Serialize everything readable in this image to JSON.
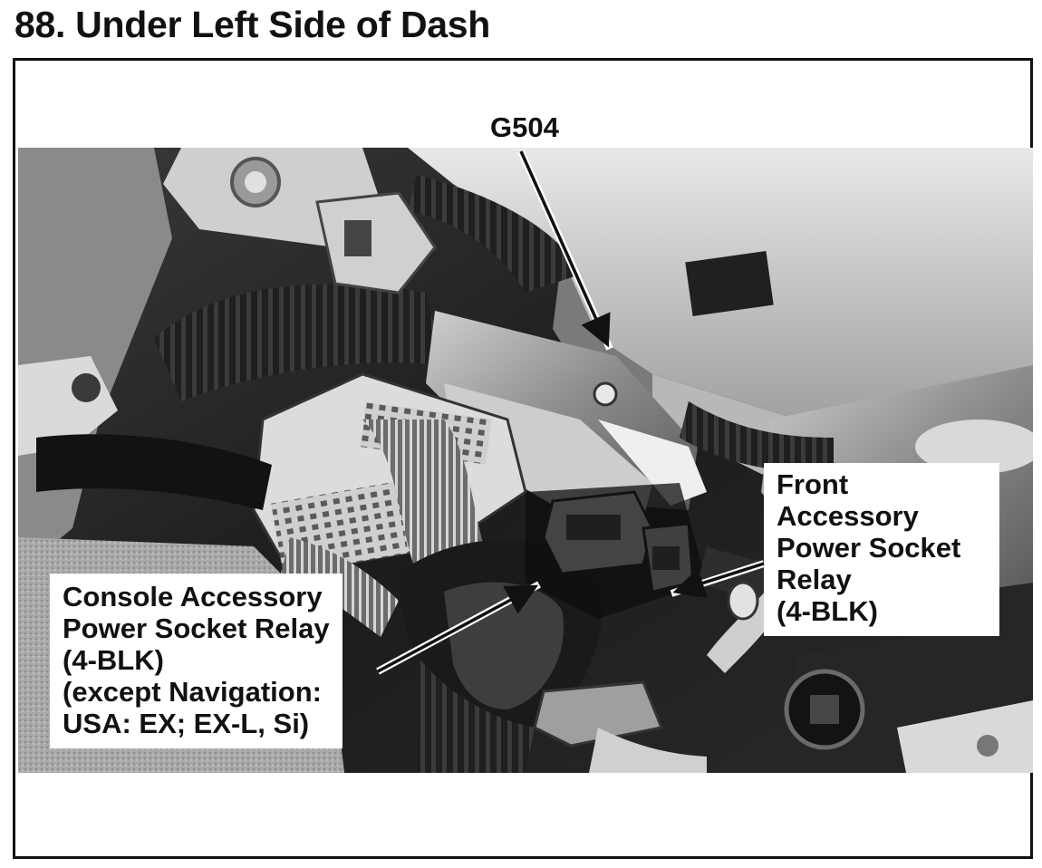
{
  "page": {
    "title": "88. Under Left Side of Dash"
  },
  "callouts": {
    "g504": "G504",
    "front_relay": {
      "lines": [
        "Front",
        "Accessory",
        "Power Socket",
        "Relay",
        "(4-BLK)"
      ]
    },
    "console_relay": {
      "lines": [
        "Console Accessory",
        "Power Socket Relay",
        "(4-BLK)",
        "(except Navigation:",
        "USA: EX; EX-L, Si)"
      ]
    }
  }
}
